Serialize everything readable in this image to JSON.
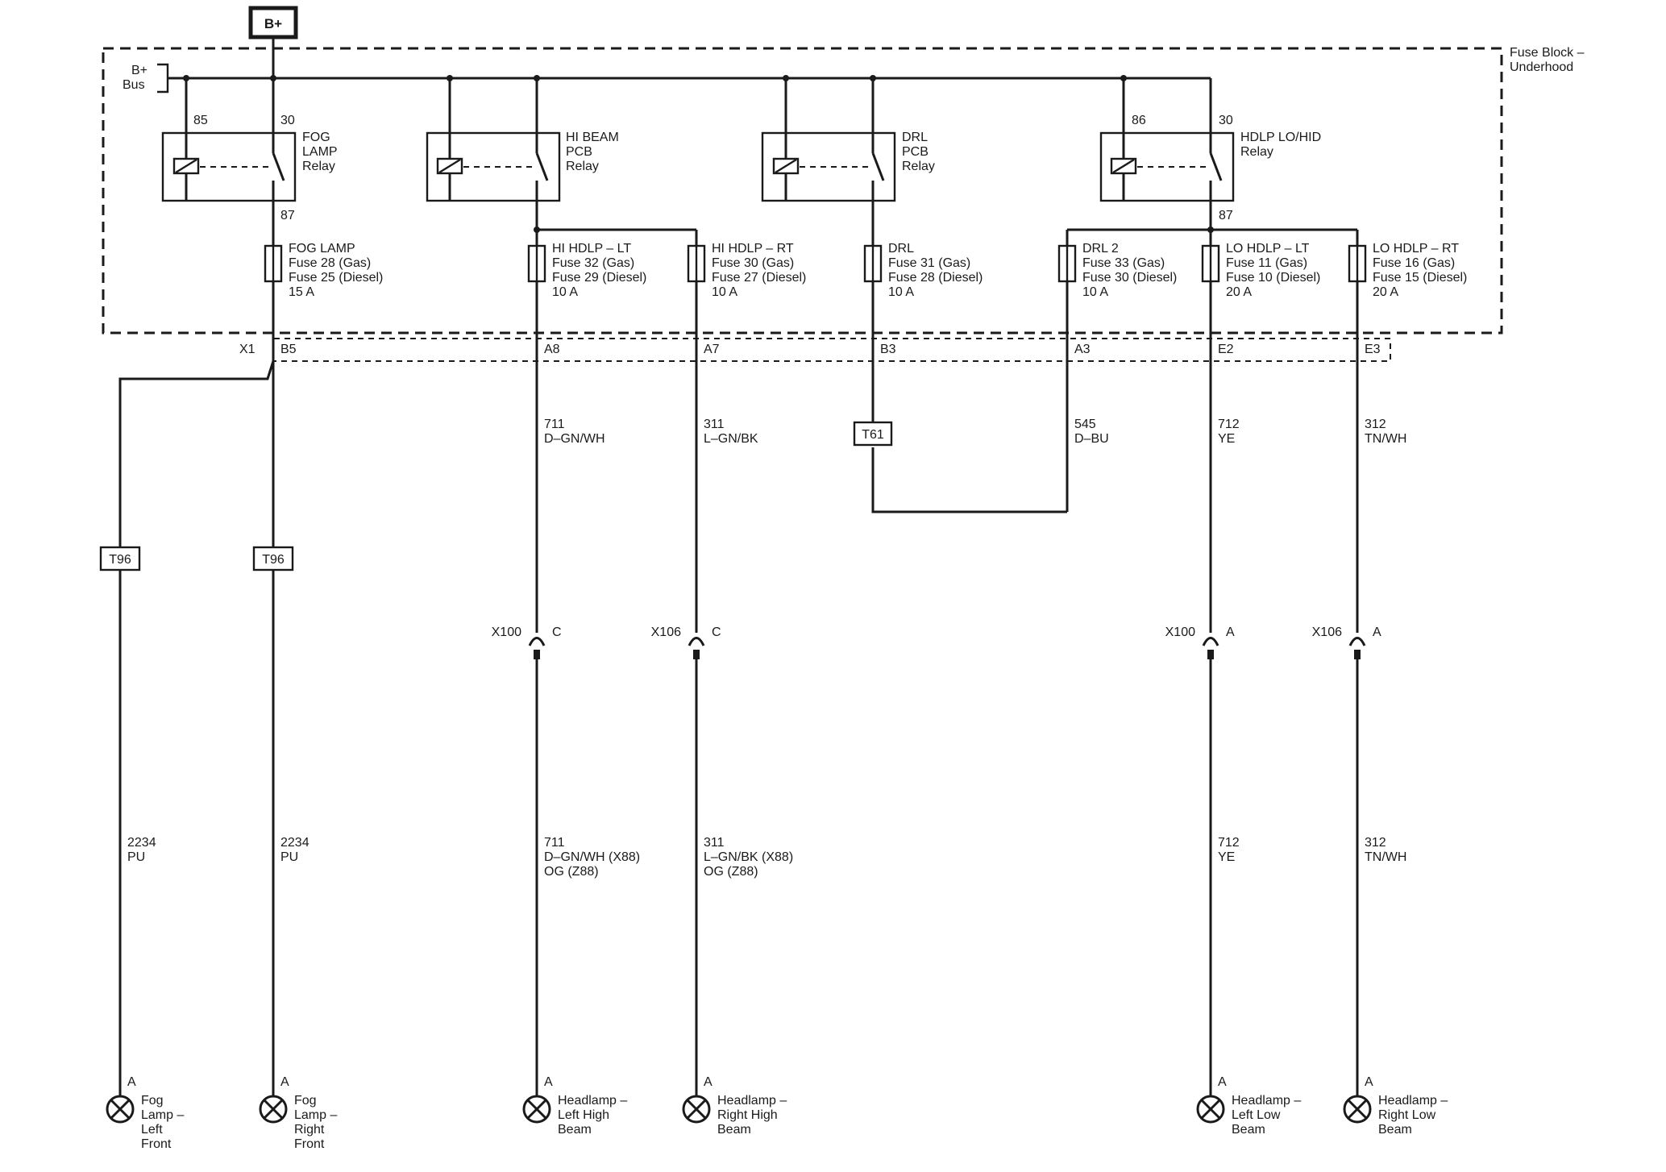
{
  "bplus": "B+",
  "bus": [
    "B+",
    "Bus"
  ],
  "fuse_block": [
    "Fuse Block –",
    "Underhood"
  ],
  "relays": [
    {
      "label": [
        "FOG",
        "LAMP",
        "Relay"
      ],
      "pin_left": "85",
      "pin_right": "30",
      "pin_out": "87"
    },
    {
      "label": [
        "HI BEAM",
        "PCB",
        "Relay"
      ],
      "pin_left": "",
      "pin_right": "",
      "pin_out": ""
    },
    {
      "label": [
        "DRL",
        "PCB",
        "Relay"
      ],
      "pin_left": "",
      "pin_right": "",
      "pin_out": ""
    },
    {
      "label": [
        "HDLP LO/HID",
        "Relay"
      ],
      "pin_left": "86",
      "pin_right": "30",
      "pin_out": "87"
    }
  ],
  "fuses": [
    {
      "label": [
        "FOG LAMP",
        "Fuse 28 (Gas)",
        "Fuse 25 (Diesel)",
        "15 A"
      ]
    },
    {
      "label": [
        "HI HDLP – LT",
        "Fuse 32 (Gas)",
        "Fuse 29 (Diesel)",
        "10 A"
      ]
    },
    {
      "label": [
        "HI HDLP – RT",
        "Fuse 30 (Gas)",
        "Fuse 27 (Diesel)",
        "10 A"
      ]
    },
    {
      "label": [
        "DRL",
        "Fuse 31 (Gas)",
        "Fuse 28 (Diesel)",
        "10 A"
      ]
    },
    {
      "label": [
        "DRL 2",
        "Fuse 33 (Gas)",
        "Fuse 30 (Diesel)",
        "10 A"
      ]
    },
    {
      "label": [
        "LO HDLP – LT",
        "Fuse 11 (Gas)",
        "Fuse 10 (Diesel)",
        "20 A"
      ]
    },
    {
      "label": [
        "LO HDLP – RT",
        "Fuse 16 (Gas)",
        "Fuse 15 (Diesel)",
        "20 A"
      ]
    }
  ],
  "connector_x1": "X1",
  "pins": [
    "B5",
    "A8",
    "A7",
    "B3",
    "A3",
    "E2",
    "E3"
  ],
  "wires_upper": [
    {
      "circuit": "711",
      "color": "D–GN/WH"
    },
    {
      "circuit": "311",
      "color": "L–GN/BK"
    },
    {
      "circuit": "545",
      "color": "D–BU"
    },
    {
      "circuit": "712",
      "color": "YE"
    },
    {
      "circuit": "312",
      "color": "TN/WH"
    }
  ],
  "splices": [
    "T96",
    "T96",
    "T61"
  ],
  "inline_connectors": [
    {
      "name": "X100",
      "pin": "C"
    },
    {
      "name": "X106",
      "pin": "C"
    },
    {
      "name": "X100",
      "pin": "A"
    },
    {
      "name": "X106",
      "pin": "A"
    }
  ],
  "wires_lower": [
    {
      "lines": [
        "2234",
        "PU"
      ]
    },
    {
      "lines": [
        "2234",
        "PU"
      ]
    },
    {
      "lines": [
        "711",
        "D–GN/WH (X88)",
        "OG (Z88)"
      ]
    },
    {
      "lines": [
        "311",
        "L–GN/BK (X88)",
        "OG (Z88)"
      ]
    },
    {
      "lines": [
        "712",
        "YE"
      ]
    },
    {
      "lines": [
        "312",
        "TN/WH"
      ]
    }
  ],
  "lamps": [
    {
      "pin": "A",
      "label": [
        "Fog",
        "Lamp –",
        "Left",
        "Front"
      ]
    },
    {
      "pin": "A",
      "label": [
        "Fog",
        "Lamp –",
        "Right",
        "Front"
      ]
    },
    {
      "pin": "A",
      "label": [
        "Headlamp –",
        "Left High",
        "Beam"
      ]
    },
    {
      "pin": "A",
      "label": [
        "Headlamp –",
        "Right High",
        "Beam"
      ]
    },
    {
      "pin": "A",
      "label": [
        "Headlamp –",
        "Left Low",
        "Beam"
      ]
    },
    {
      "pin": "A",
      "label": [
        "Headlamp –",
        "Right Low",
        "Beam"
      ]
    }
  ]
}
